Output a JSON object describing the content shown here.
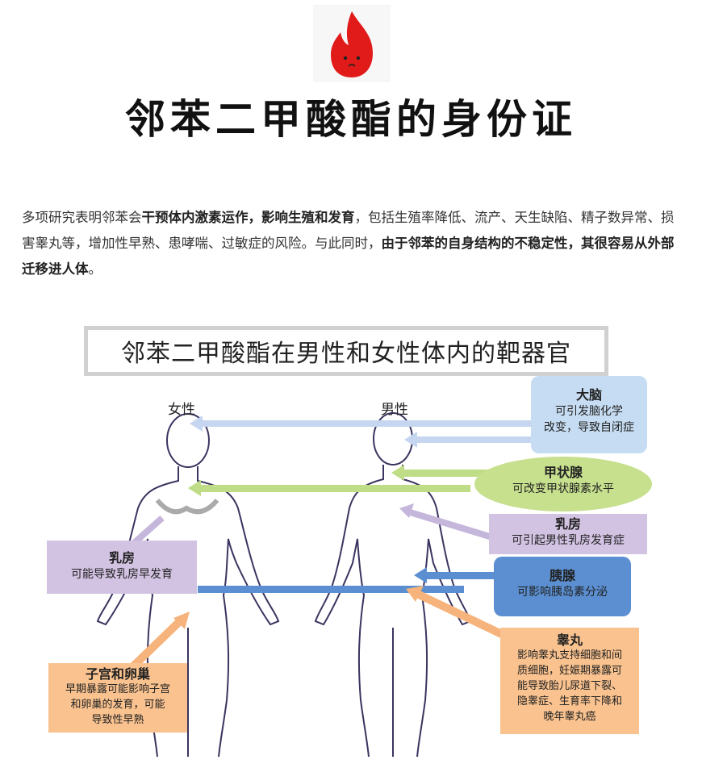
{
  "header": {
    "title": "邻苯二甲酸酯的身份证"
  },
  "intro": {
    "part1": "多项研究表明邻苯会",
    "bold1": "干预体内激素运作，影响生殖和发育",
    "part2": "，包括生殖率降低、流产、天生缺陷、精子数异常、损害睾丸等，增加性早熟、患哮喘、过敏症的风险。与此同时，",
    "bold2": "由于邻苯的自身结构的不稳定性，其很容易从外部迁移进人体",
    "part3": "。"
  },
  "figure": {
    "title": "邻苯二甲酸酯在男性和女性体内的靶器官",
    "female_label": "女性",
    "male_label": "男性",
    "brain": {
      "title": "大脑",
      "text1": "可引发脑化学",
      "text2": "改变，导致自闭症",
      "color": "#c6dcf2"
    },
    "thyroid": {
      "title": "甲状腺",
      "text": "可改变甲状腺素水平",
      "color": "#c7e08e"
    },
    "male_breast": {
      "title": "乳房",
      "text": "可引起男性乳房发育症",
      "color": "#d3c3e3"
    },
    "pancreas": {
      "title": "胰腺",
      "text": "可影响胰岛素分泌",
      "color": "#5b8fd1"
    },
    "testis": {
      "title": "睾丸",
      "lines": [
        "影响睾丸支持细胞和间",
        "质细胞，妊娠期暴露可",
        "能导致胎儿尿道下裂、",
        "隐睾症、生育率下降和",
        "晚年睾丸癌"
      ],
      "color": "#f9c28f"
    },
    "female_breast": {
      "title": "乳房",
      "text": "可能导致乳房早发育",
      "color": "#d3c3e3"
    },
    "uterus": {
      "title": "子宫和卵巢",
      "lines": [
        "早期暴露可能影响子宫",
        "和卵巢的发育，可能",
        "导致性早熟"
      ],
      "color": "#f9c28f"
    }
  }
}
